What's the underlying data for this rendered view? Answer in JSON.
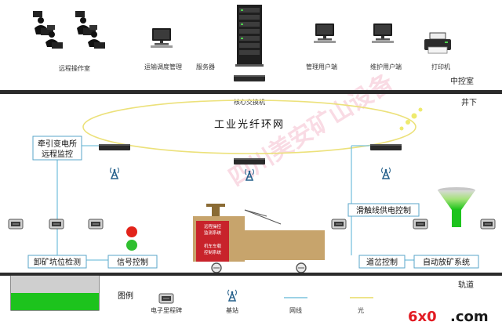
{
  "zones": {
    "control_room": "中控室",
    "underground": "井下",
    "track": "轨道"
  },
  "top_devices": [
    {
      "id": "remote-room",
      "label": "远程操作室",
      "icon": "operators-icon"
    },
    {
      "id": "transport-dispatch",
      "label": "运输调度管理",
      "icon": "desktop-computer-icon"
    },
    {
      "id": "server",
      "label": "服务器",
      "icon": "server-rack-icon"
    },
    {
      "id": "admin-client",
      "label": "管理用户端",
      "icon": "desktop-computer-icon"
    },
    {
      "id": "maint-client",
      "label": "维护用户端",
      "icon": "desktop-computer-icon"
    },
    {
      "id": "printer",
      "label": "打印机",
      "icon": "printer-icon"
    }
  ],
  "core_switch": "核心交换机",
  "ring_label": "工业光纤环网",
  "subsystems": {
    "traction": [
      "牵引变电所",
      "远程监控"
    ],
    "trolley_power": "滑触线供电控制",
    "unload_pit": "卸矿坑位检测",
    "signal": "信号控制",
    "switch_ctrl": "道岔控制",
    "auto_ore": "自动放矿系统"
  },
  "car_labels": [
    "远程操控",
    "监测系统",
    "机车车载",
    "控制系统"
  ],
  "watermark": "四川美安矿山设备",
  "legend": {
    "title": "图例",
    "items": [
      {
        "label": "电子里程碑",
        "icon": "milestone-icon"
      },
      {
        "label": "基站",
        "icon": "base-station-icon"
      },
      {
        "label": "网线",
        "icon": "network-cable-line",
        "color": "#7cc4de"
      },
      {
        "label": "光",
        "icon": "fiber-line",
        "color": "#ece17a"
      }
    ]
  },
  "logo": {
    "red": "6x0",
    "dark": ".com"
  },
  "colors": {
    "wire": "#7cc4de",
    "fiber": "#ece17a",
    "signal_red": "#e2231a",
    "signal_green": "#2fbf2f",
    "ore_green": "#1dc31d",
    "car_body": "#c7a46c"
  }
}
